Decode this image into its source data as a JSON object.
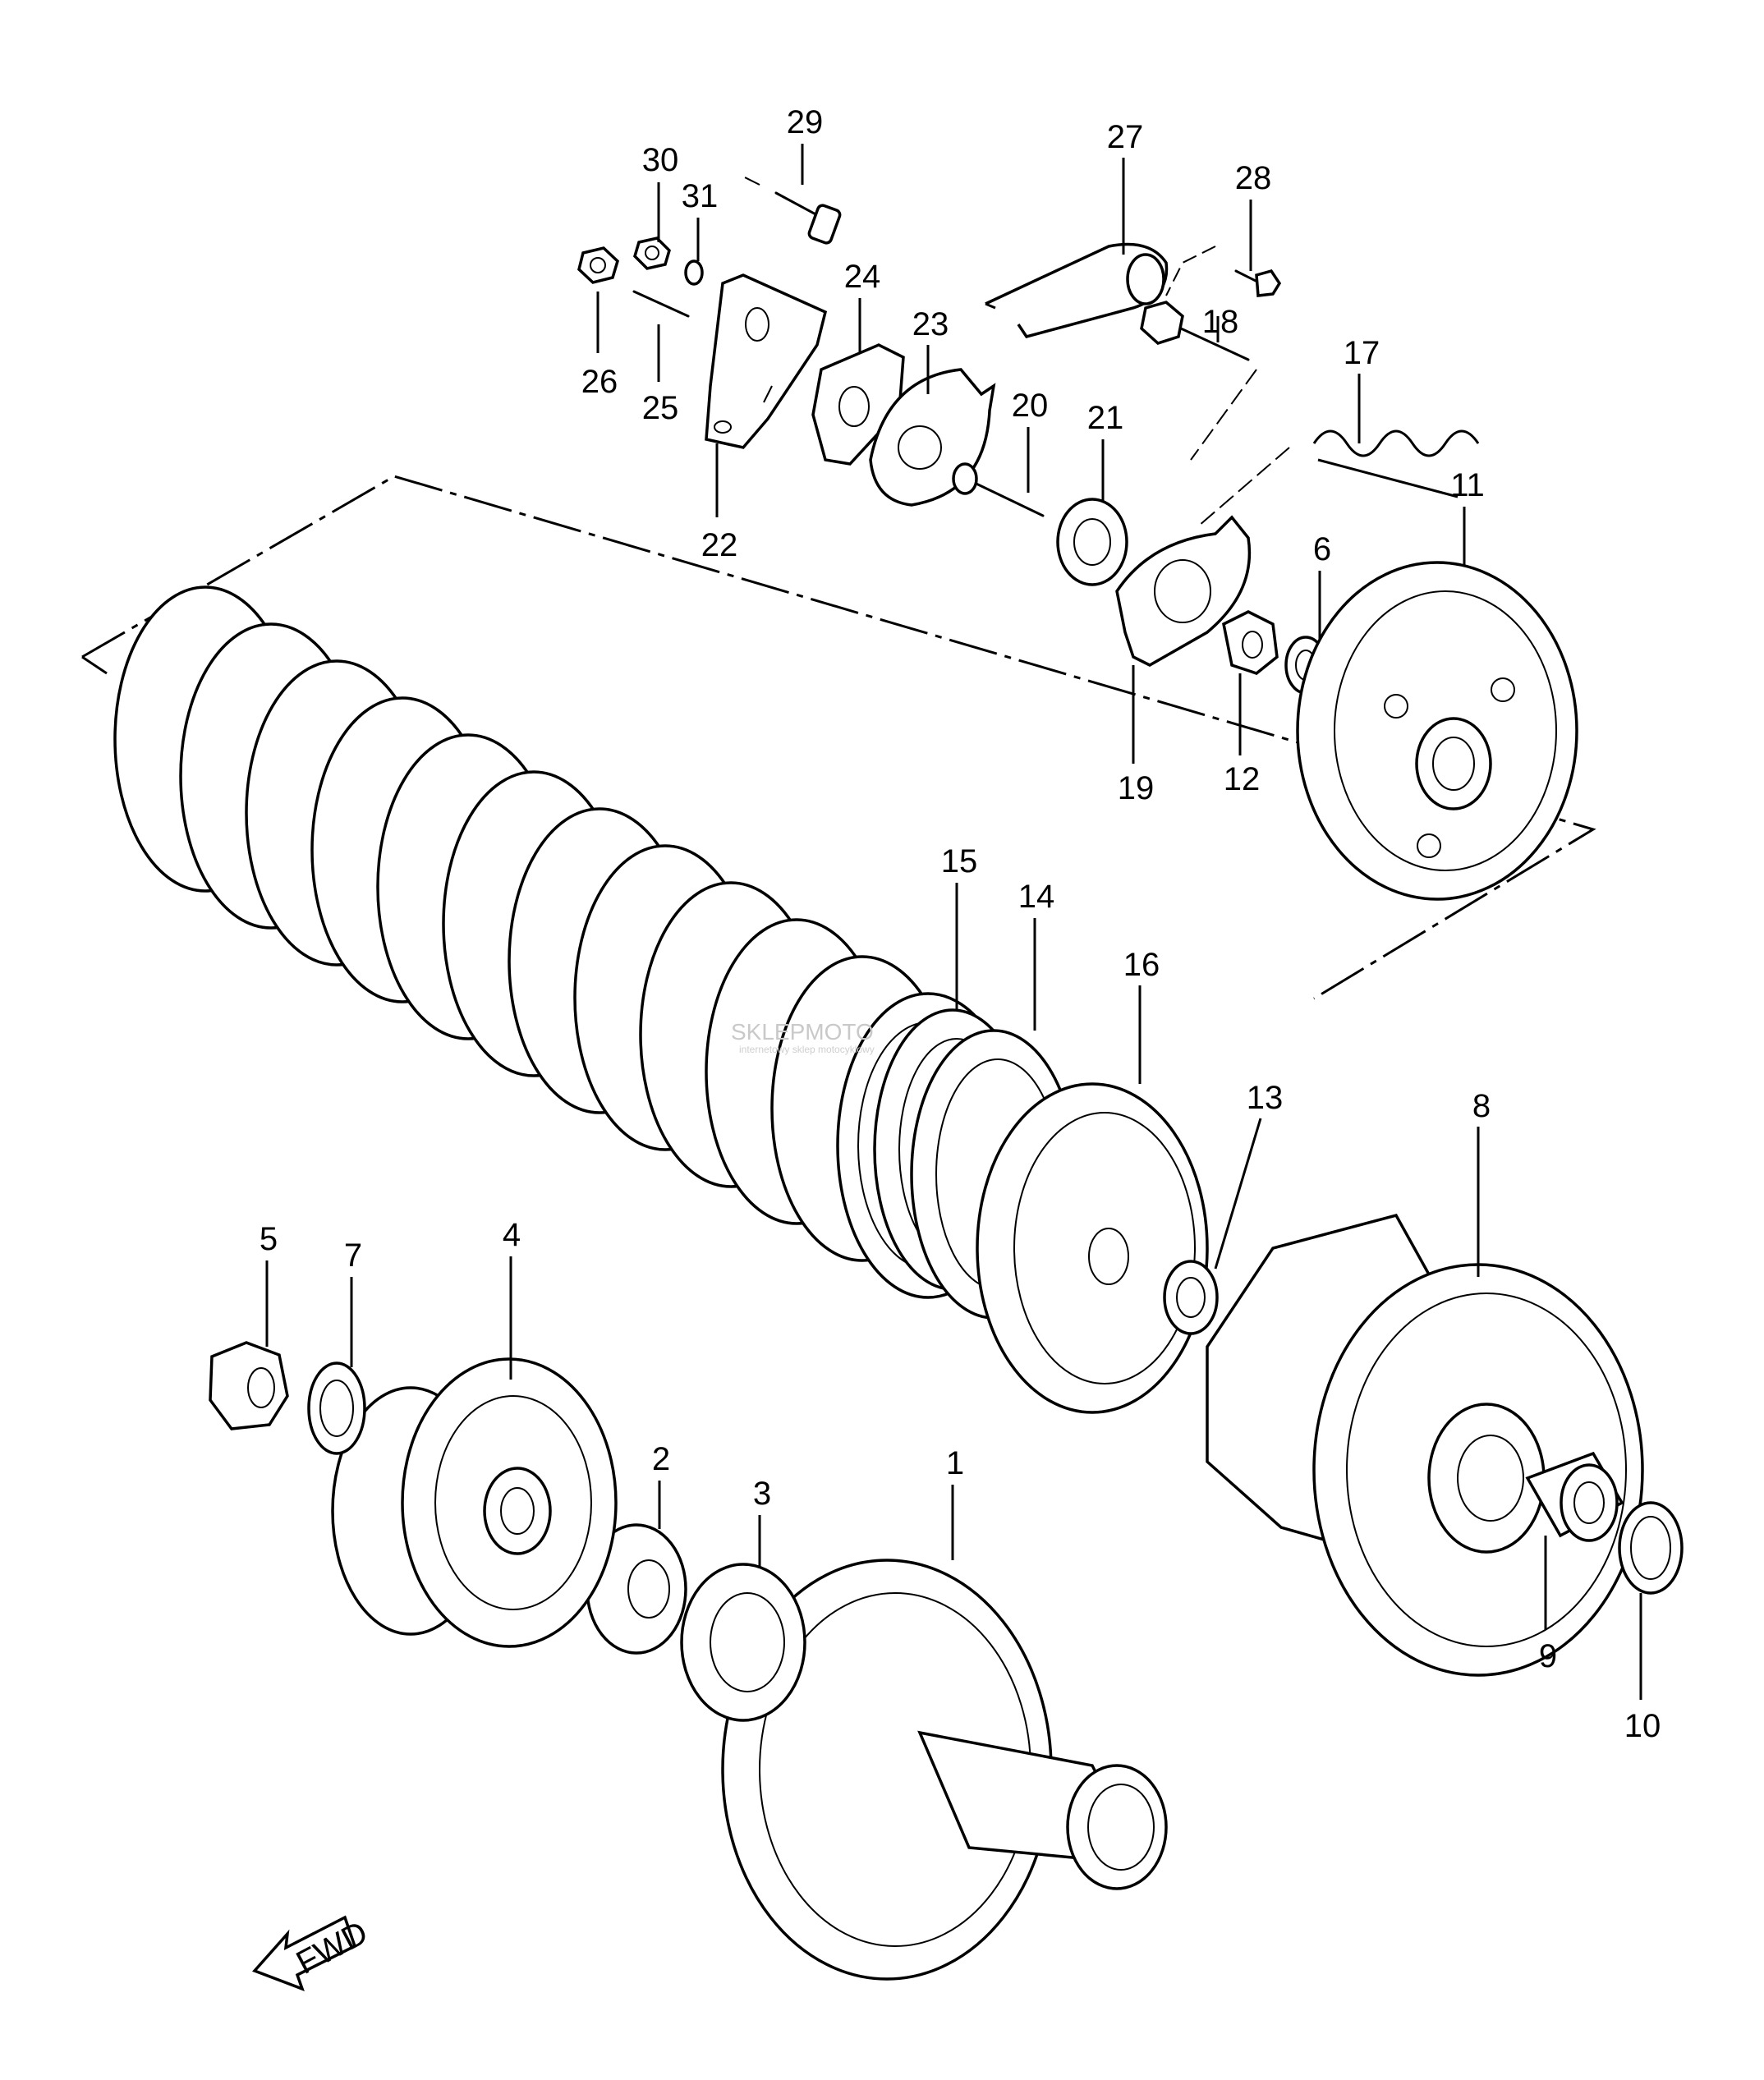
{
  "diagram": {
    "labels": [
      "1",
      "2",
      "3",
      "4",
      "5",
      "6",
      "7",
      "8",
      "9",
      "10",
      "11",
      "12",
      "13",
      "14",
      "15",
      "16",
      "17",
      "18",
      "19",
      "20",
      "21",
      "22",
      "23",
      "24",
      "25",
      "26",
      "27",
      "28",
      "29",
      "30",
      "31"
    ],
    "fwd": "FWD",
    "watermark": "SKLEPMOTO",
    "watermark_sub": "internetowy sklep motocyklowy",
    "watermark_color": "#c9c9c9",
    "line_color": "#000000"
  }
}
